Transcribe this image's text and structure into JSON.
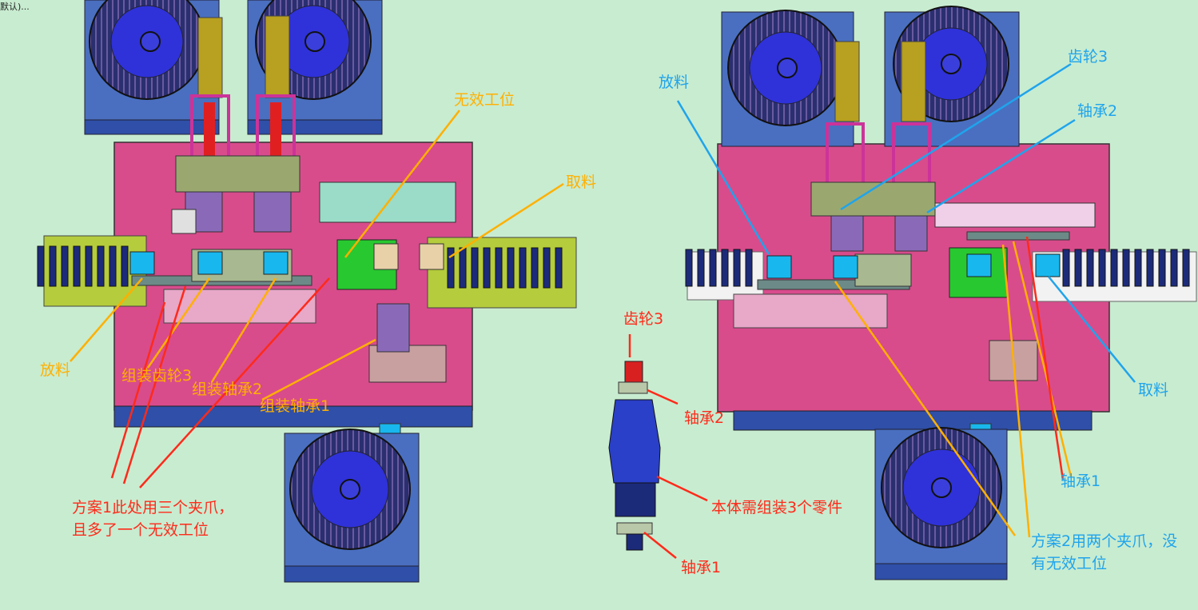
{
  "corner_text": "默认)...",
  "colors": {
    "background": "#c8ecd0",
    "table_pink": "#d84c8c",
    "feeder_blue": "#4a6fc0",
    "bowl_dark": "#1c2044",
    "bowl_hub": "#2f32d8",
    "tray_green": "#b5cc3c",
    "gripper_green": "#28c830",
    "label_orange": "#ffb000",
    "label_red": "#ff2a1a",
    "label_blue": "#1fa4ec"
  },
  "scheme1": {
    "labels": {
      "invalid_station": "无效工位",
      "pick": "取料",
      "place": "放料",
      "assemble_gear3": "组装齿轮3",
      "assemble_bearing2": "组装轴承2",
      "assemble_bearing1": "组装轴承1"
    },
    "note_line1": "方案1此处用三个夹爪，",
    "note_line2": "且多了一个无效工位"
  },
  "rotor": {
    "gear3": "齿轮3",
    "bearing2": "轴承2",
    "body": "本体需组装3个零件",
    "bearing1": "轴承1"
  },
  "scheme2": {
    "labels": {
      "place": "放料",
      "gear3": "齿轮3",
      "bearing2": "轴承2",
      "pick": "取料",
      "bearing1": "轴承1"
    },
    "note_line1": "方案2用两个夹爪，没",
    "note_line2": "有无效工位"
  }
}
